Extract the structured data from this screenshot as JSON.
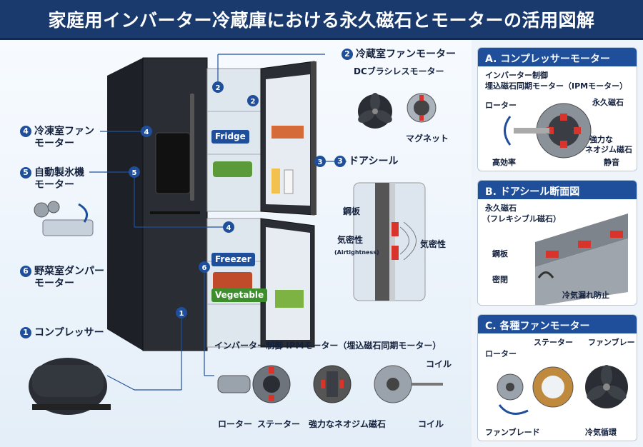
{
  "title": "家庭用インバーター冷蔵庫における永久磁石とモーターの活用図解",
  "callouts": {
    "c1": {
      "num": "1",
      "label": "コンプレッサー"
    },
    "c2": {
      "num": "2",
      "label": "冷蔵室ファンモーター",
      "sub": "DCブラシレスモーター",
      "magnet": "マグネット"
    },
    "c3": {
      "num": "3",
      "label": "ドアシール"
    },
    "c4": {
      "num": "4",
      "line1": "冷凍室ファン",
      "line2": "モーター"
    },
    "c5": {
      "num": "5",
      "line1": "自動製氷機",
      "line2": "モーター"
    },
    "c6": {
      "num": "6",
      "line1": "野菜室ダンパー",
      "line2": "モーター"
    }
  },
  "fridge_labels": {
    "fridge": "Fridge",
    "freezer": "Freezer",
    "vegetable": "Vegetable"
  },
  "door_seal": {
    "steel": "鋼板",
    "airtight": "気密性",
    "airtight_en": "(Airtightness)"
  },
  "motor_strip": {
    "title": "インバーター制御 IPMモーター（埋込磁石同期モーター）",
    "rotor": "ローター",
    "stator": "ステーター",
    "magnet": "強力なネオジム磁石",
    "coil": "コイル",
    "coil2": "コイル"
  },
  "panel_a": {
    "header": "A. コンプレッサーモーター",
    "sub1": "インバーター制御",
    "sub2": "埋込磁石同期モーター（IPMモーター）",
    "rotor": "ローター",
    "magnet": "永久磁石",
    "neo1": "強力な",
    "neo2": "ネオジム磁石",
    "eff": "高効率",
    "quiet": "静音"
  },
  "panel_b": {
    "header": "B. ドアシール断面図",
    "magnet1": "永久磁石",
    "magnet2": "（フレキシブル磁石）",
    "steel": "鋼板",
    "seal": "密閉",
    "leak": "冷気漏れ防止"
  },
  "panel_c": {
    "header": "C. 各種ファンモーター",
    "rotor": "ローター",
    "stator": "ステーター",
    "blade": "ファンブレー",
    "fanblade": "ファンブレード",
    "circ": "冷気循環"
  },
  "colors": {
    "navy": "#1a3a6e",
    "badge": "#1f4f9a",
    "magnet_red": "#d8342c",
    "fridge_body": "#2a2d33"
  }
}
